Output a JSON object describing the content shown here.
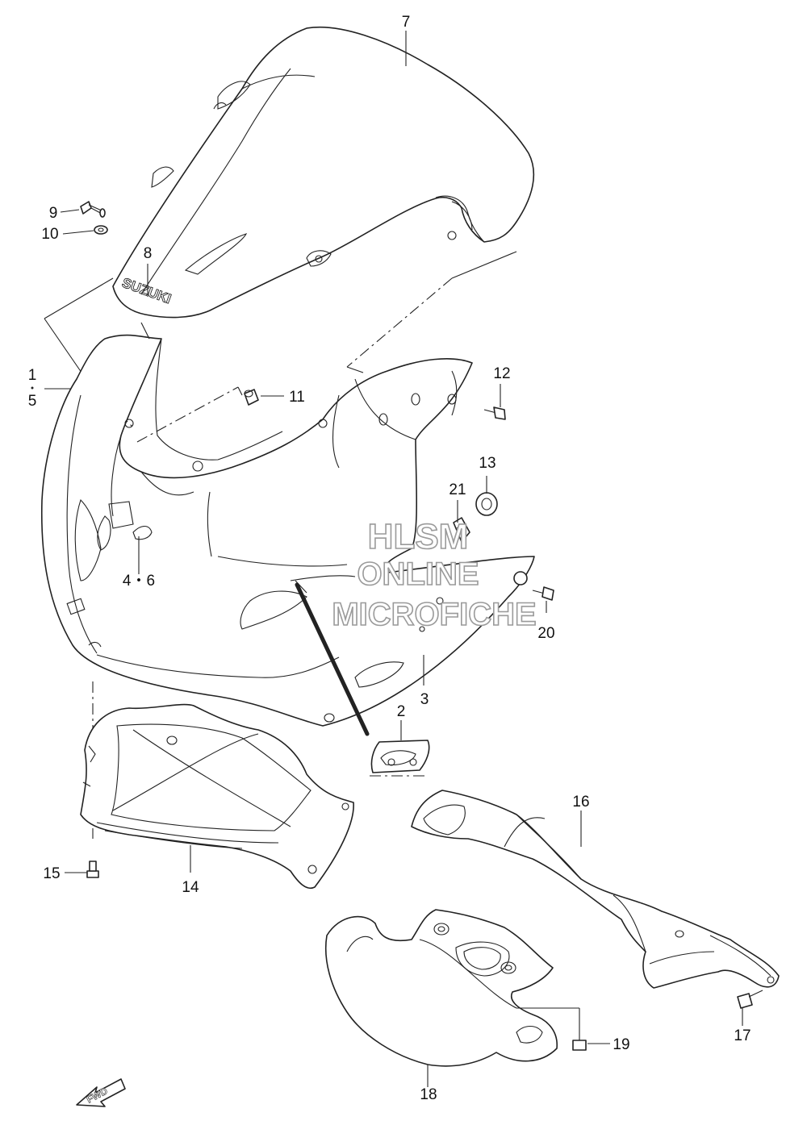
{
  "callouts": [
    {
      "id": "c7",
      "text": "7"
    },
    {
      "id": "c9",
      "text": "9"
    },
    {
      "id": "c10",
      "text": "10"
    },
    {
      "id": "c8",
      "text": "8"
    },
    {
      "id": "c1",
      "text": "1"
    },
    {
      "id": "c5",
      "text": "5"
    },
    {
      "id": "c11",
      "text": "11"
    },
    {
      "id": "c12",
      "text": "12"
    },
    {
      "id": "c13",
      "text": "13"
    },
    {
      "id": "c21",
      "text": "21"
    },
    {
      "id": "c46",
      "text": "4・6"
    },
    {
      "id": "c20",
      "text": "20"
    },
    {
      "id": "c3",
      "text": "3"
    },
    {
      "id": "c2",
      "text": "2"
    },
    {
      "id": "c16",
      "text": "16"
    },
    {
      "id": "c15",
      "text": "15"
    },
    {
      "id": "c14",
      "text": "14"
    },
    {
      "id": "c17",
      "text": "17"
    },
    {
      "id": "c19",
      "text": "19"
    },
    {
      "id": "c18",
      "text": "18"
    }
  ],
  "watermark": {
    "line1": "HLSM",
    "line2": "ONLINE",
    "line3": "MICROFICHE"
  },
  "logo_text": "SUZUKI",
  "fwd_text": "FWD",
  "colors": {
    "line": "#222222",
    "watermark": "#9a9a9a",
    "background": "#ffffff"
  }
}
